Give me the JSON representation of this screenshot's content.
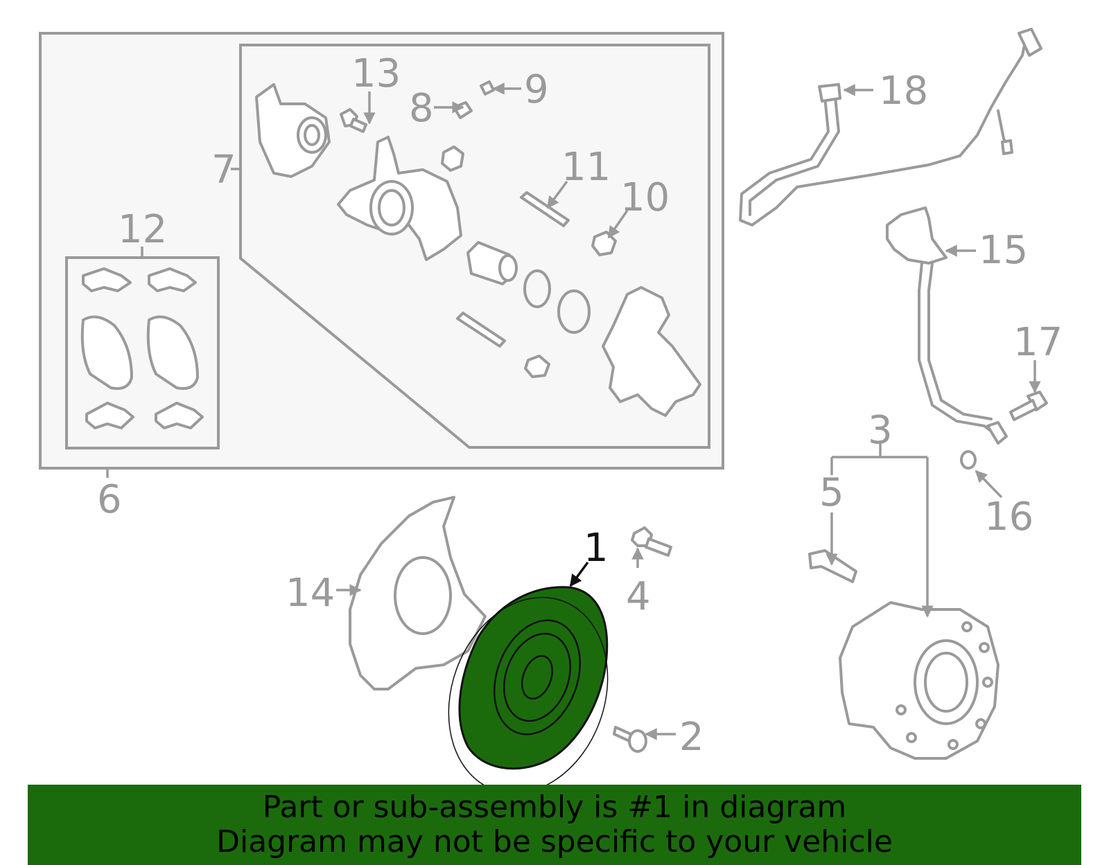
{
  "callouts": {
    "c1": "1",
    "c2": "2",
    "c3": "3",
    "c4": "4",
    "c5": "5",
    "c6": "6",
    "c7": "7",
    "c8": "8",
    "c9": "9",
    "c10": "10",
    "c11": "11",
    "c12": "12",
    "c13": "13",
    "c14": "14",
    "c15": "15",
    "c16": "16",
    "c17": "17",
    "c18": "18"
  },
  "highlight": {
    "part": "1",
    "color": "#1b6b0d"
  },
  "colors": {
    "line": "#9a9a9a",
    "highlight_fill": "#1b6b0d",
    "banner": "#1b6b0d",
    "panel": "#f7f7f7"
  },
  "banner": {
    "line1": "Part or sub-assembly is #1 in diagram",
    "line2": "Diagram may not be specific to your vehicle"
  }
}
